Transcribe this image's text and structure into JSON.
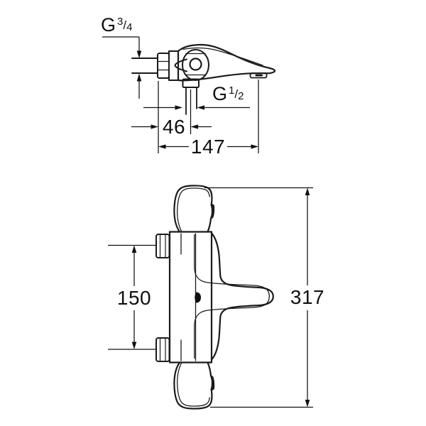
{
  "drawing": {
    "description": "Bath mixer tap technical drawing, two orthographic views with dimensions",
    "colors": {
      "background": "#ffffff",
      "outline": "#1a1a1a",
      "dimension_lines": "#111111",
      "text": "#111111"
    },
    "side_view": {
      "inlet_thread": {
        "letter": "G",
        "numerator": "3",
        "slash": "/",
        "denominator": "4"
      },
      "outlet_thread": {
        "letter": "G",
        "numerator": "1",
        "slash": "/",
        "denominator": "2"
      },
      "spout_offset": "46",
      "spout_length": "147"
    },
    "front_view": {
      "mounting_distance": "150",
      "overall_height": "317"
    }
  }
}
